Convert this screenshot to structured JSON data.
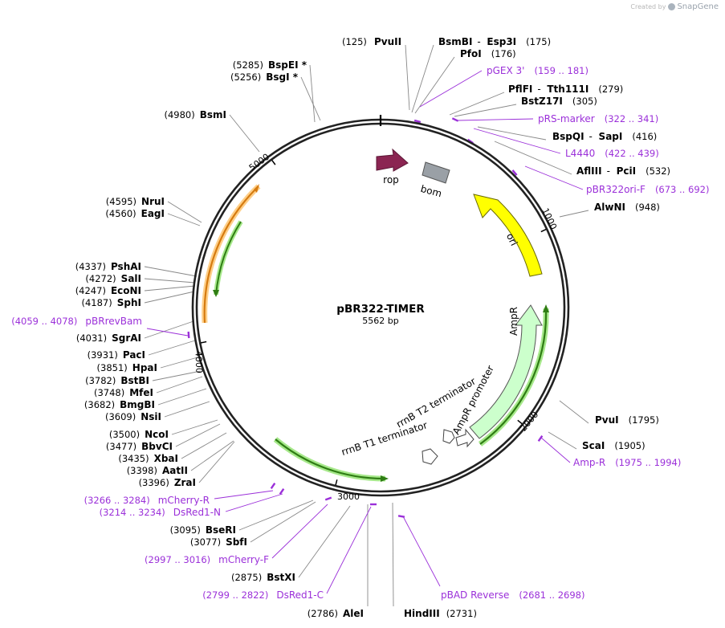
{
  "credit": {
    "prefix": "Created by",
    "brand": "SnapGene"
  },
  "plasmid": {
    "name": "pBR322-TIMER",
    "length_label": "5562 bp"
  },
  "ticks": [
    {
      "label": "1000"
    },
    {
      "label": "2000"
    },
    {
      "label": "3000"
    },
    {
      "label": "4000"
    },
    {
      "label": "5000"
    }
  ],
  "features": [
    {
      "name": "rop",
      "color": "#8b2552"
    },
    {
      "name": "bom",
      "color": "#9aa0a6"
    },
    {
      "name": "ori",
      "color": "#ffff00"
    },
    {
      "name": "AmpR",
      "color": "#ccffcc"
    },
    {
      "name": "AmpR promoter",
      "color": "#ffffff"
    },
    {
      "name": "rrnB T2 terminator",
      "color": "#ffffff"
    },
    {
      "name": "rrnB T1 terminator",
      "color": "#ffffff"
    }
  ],
  "enzymes_right": [
    {
      "pos": "(125)",
      "name": "PvuII"
    },
    {
      "name": "BsmBI",
      "sep": "-",
      "name2": "Esp3I",
      "pos": "(175)"
    },
    {
      "name": "PfoI",
      "pos": "(176)"
    },
    {
      "name": "PflFI",
      "sep": "-",
      "name2": "Tth111I",
      "pos": "(279)"
    },
    {
      "name": "BstZ17I",
      "pos": "(305)"
    },
    {
      "name": "BspQI",
      "sep": "-",
      "name2": "SapI",
      "pos": "(416)"
    },
    {
      "name": "AflIII",
      "sep": "-",
      "name2": "PciI",
      "pos": "(532)"
    },
    {
      "name": "AlwNI",
      "pos": "(948)"
    },
    {
      "name": "PvuI",
      "pos": "(1795)"
    },
    {
      "name": "ScaI",
      "pos": "(1905)"
    }
  ],
  "enzymes_left": [
    {
      "pos": "(5285)",
      "name": "BspEI *"
    },
    {
      "pos": "(5256)",
      "name": "BsgI *"
    },
    {
      "pos": "(4980)",
      "name": "BsmI"
    },
    {
      "pos": "(4595)",
      "name": "NruI"
    },
    {
      "pos": "(4560)",
      "name": "EagI"
    },
    {
      "pos": "(4337)",
      "name": "PshAI"
    },
    {
      "pos": "(4272)",
      "name": "SalI"
    },
    {
      "pos": "(4247)",
      "name": "EcoNI"
    },
    {
      "pos": "(4187)",
      "name": "SphI"
    },
    {
      "pos": "(4031)",
      "name": "SgrAI"
    },
    {
      "pos": "(3931)",
      "name": "PacI"
    },
    {
      "pos": "(3851)",
      "name": "HpaI"
    },
    {
      "pos": "(3782)",
      "name": "BstBI"
    },
    {
      "pos": "(3748)",
      "name": "MfeI"
    },
    {
      "pos": "(3682)",
      "name": "BmgBI"
    },
    {
      "pos": "(3609)",
      "name": "NsiI"
    },
    {
      "pos": "(3500)",
      "name": "NcoI"
    },
    {
      "pos": "(3477)",
      "name": "BbvCI"
    },
    {
      "pos": "(3435)",
      "name": "XbaI"
    },
    {
      "pos": "(3398)",
      "name": "AatII"
    },
    {
      "pos": "(3396)",
      "name": "ZraI"
    },
    {
      "pos": "(3095)",
      "name": "BseRI"
    },
    {
      "pos": "(3077)",
      "name": "SbfI"
    },
    {
      "pos": "(2875)",
      "name": "BstXI"
    }
  ],
  "enzymes_bottom": [
    {
      "pos": "(2786)",
      "name": "AleI"
    },
    {
      "name": "HindIII",
      "pos": "(2731)"
    }
  ],
  "primers_right": [
    {
      "name": "pGEX 3'",
      "range": "(159 .. 181)"
    },
    {
      "name": "pRS-marker",
      "range": "(322 .. 341)"
    },
    {
      "name": "L4440",
      "range": "(422 .. 439)"
    },
    {
      "name": "pBR322ori-F",
      "range": "(673 .. 692)"
    },
    {
      "name": "Amp-R",
      "range": "(1975 .. 1994)"
    }
  ],
  "primers_left": [
    {
      "range": "(4059 .. 4078)",
      "name": "pBRrevBam"
    },
    {
      "range": "(3266 .. 3284)",
      "name": "mCherry-R"
    },
    {
      "range": "(3214 .. 3234)",
      "name": "DsRed1-N"
    },
    {
      "range": "(2997 .. 3016)",
      "name": "mCherry-F"
    },
    {
      "range": "(2799 .. 2822)",
      "name": "DsRed1-C"
    }
  ],
  "primers_bottom": [
    {
      "name": "pBAD Reverse",
      "range": "(2681 .. 2698)"
    }
  ]
}
